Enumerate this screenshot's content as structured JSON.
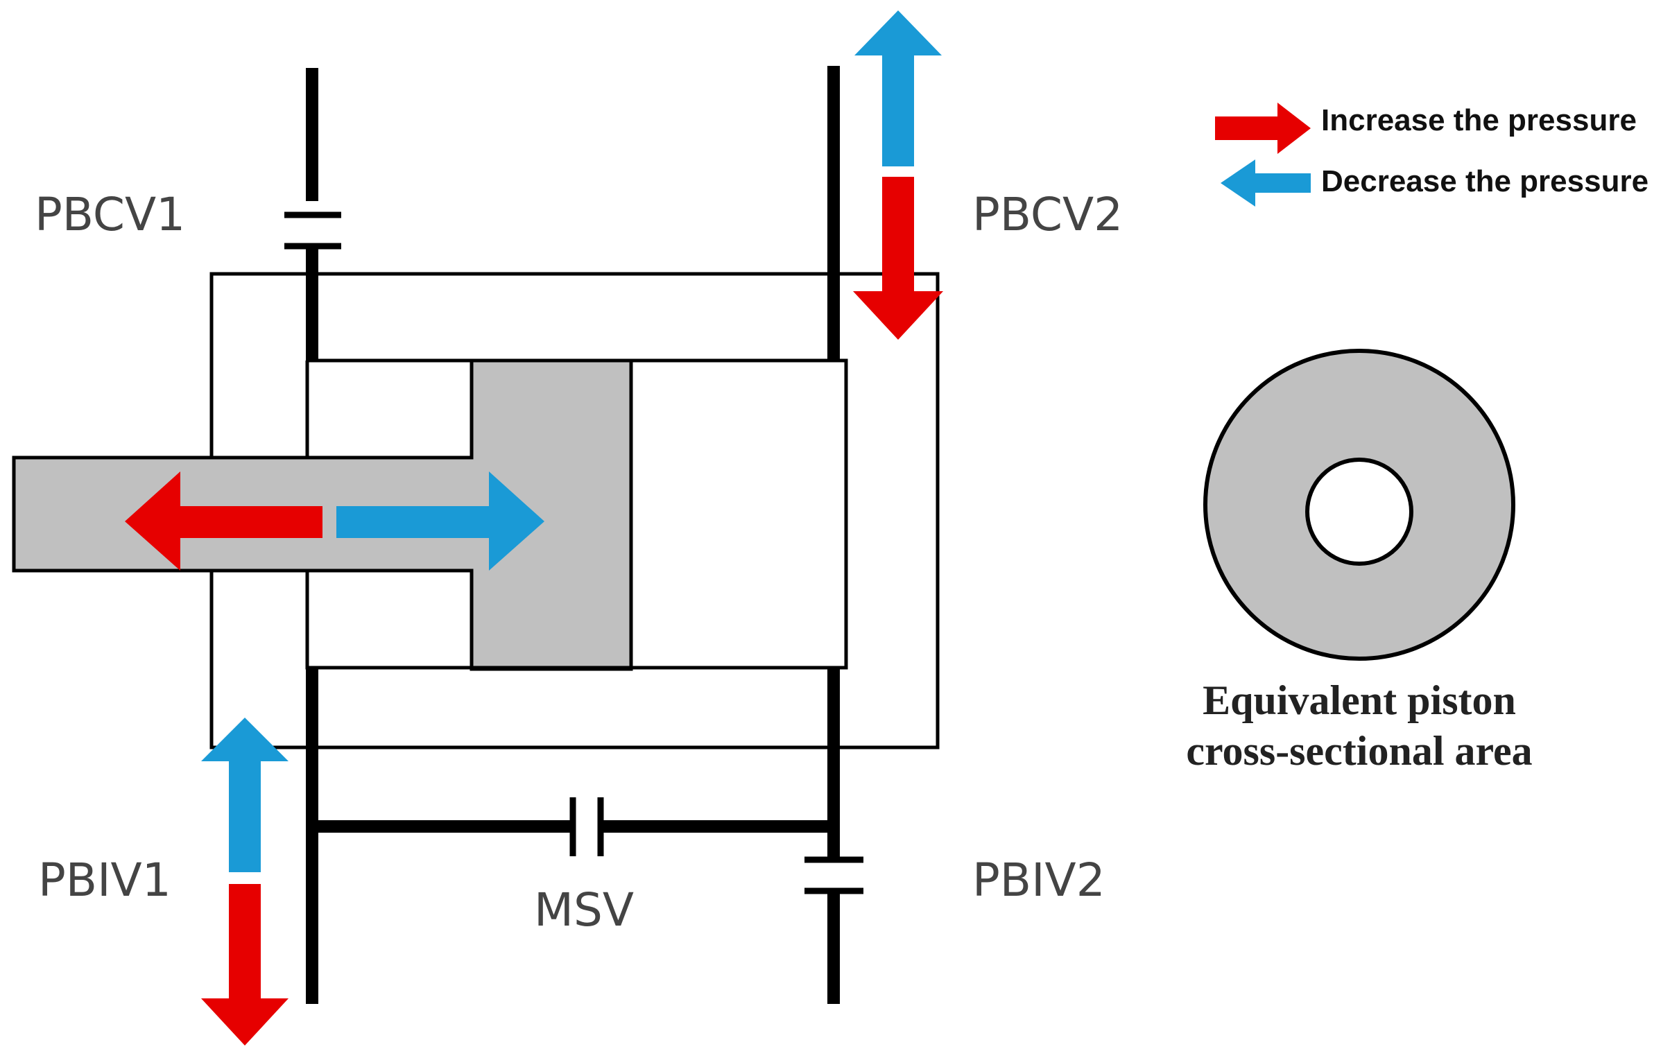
{
  "labels": {
    "pbcv1": "PBCV1",
    "pbcv2": "PBCV2",
    "pbiv1": "PBIV1",
    "pbiv2": "PBIV2",
    "msv": "MSV"
  },
  "legend": {
    "increase": "Increase the pressure",
    "decrease": "Decrease the pressure"
  },
  "caption": {
    "line1": "Equivalent piston",
    "line2": "cross-sectional area"
  },
  "colors": {
    "increase_arrow": "#e60000",
    "decrease_arrow": "#1a9ad6",
    "piston_fill": "#c0c0c0",
    "line": "#000000"
  },
  "icons": {
    "increase": "red-arrow-icon",
    "decrease": "blue-arrow-icon",
    "valve": "valve-symbol-icon",
    "annulus": "annulus-icon"
  }
}
